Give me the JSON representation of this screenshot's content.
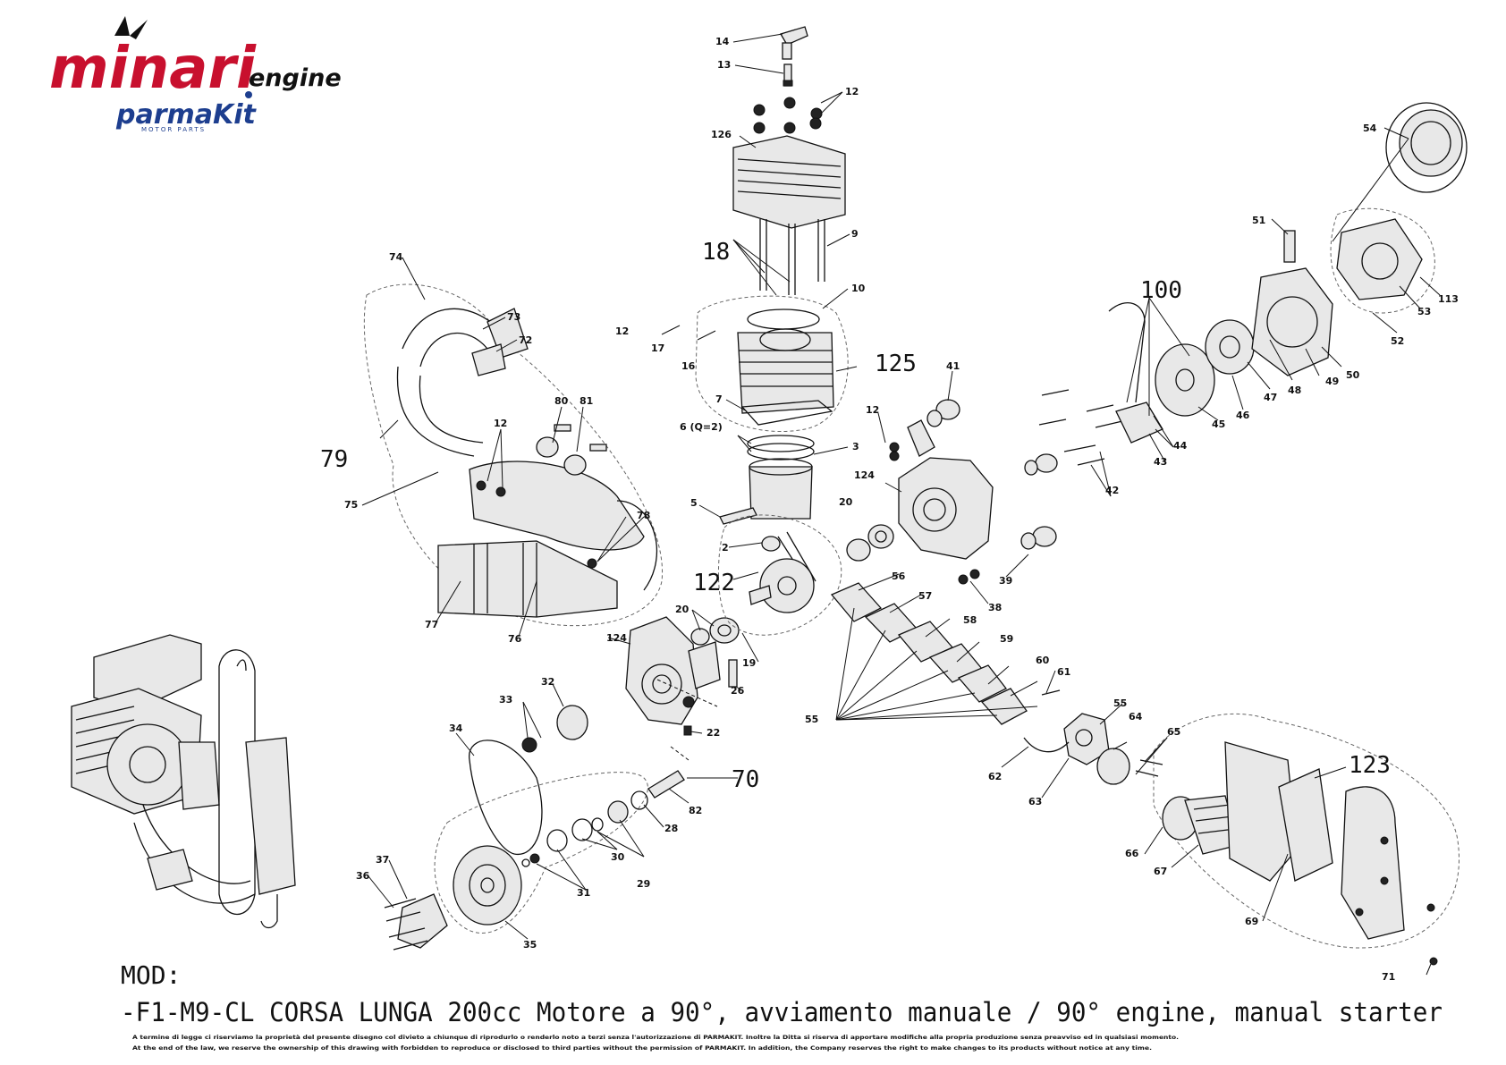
{
  "brand": {
    "logo_main": "minari",
    "logo_engine": "engine",
    "logo_parmakit": "parmaKit",
    "logo_sub": "MOTOR PARTS",
    "red": "#c8102e",
    "blue": "#1d3e8f"
  },
  "title": {
    "mod_label": "MOD:",
    "model_line": "-F1-M9-CL CORSA LUNGA 200cc Motore a 90°, avviamento manuale / 90° engine, manual starter"
  },
  "legal": {
    "line_it": "A termine di legge ci riserviamo la proprietà del presente disegno col divieto a chiunque di riprodurlo o renderlo noto a terzi senza l'autorizzazione di PARMAKIT. Inoltre la Ditta si riserva di apportare modifiche alla propria produzione senza preavviso ed in qualsiasi momento.",
    "line_en": "At the end of the law, we reserve the ownership of this drawing with forbidden to reproduce or disclosed to third parties without the permission of PARMAKIT. In addition, the Company reserves the right to make changes to its products without notice at any time."
  },
  "labels": {
    "l14": "14",
    "l13": "13",
    "l12a": "12",
    "l126": "126",
    "l9": "9",
    "l18": "18",
    "l10": "10",
    "l12b": "12",
    "l17": "17",
    "l16": "16",
    "l125": "125",
    "l7": "7",
    "l6": "6 (Q=2)",
    "l3": "3",
    "l5": "5",
    "l2": "2",
    "l122": "122",
    "l20a": "20",
    "l20b": "20",
    "l19": "19",
    "l124a": "124",
    "l124b": "124",
    "l26": "26",
    "l22": "22",
    "l70": "70",
    "l82": "82",
    "l28": "28",
    "l29": "29",
    "l30": "30",
    "l31": "31",
    "l35": "35",
    "l36": "36",
    "l37": "37",
    "l34": "34",
    "l33": "33",
    "l32": "32",
    "l74": "74",
    "l73": "73",
    "l72": "72",
    "l79": "79",
    "l75": "75",
    "l12c": "12",
    "l80": "80",
    "l81": "81",
    "l78": "78",
    "l77": "77",
    "l76": "76",
    "l41": "41",
    "l12d": "12",
    "l39": "39",
    "l38": "38",
    "l56": "56",
    "l57": "57",
    "l58": "58",
    "l59": "59",
    "l60": "60",
    "l61": "61",
    "l55a": "55",
    "l55b": "55",
    "l64": "64",
    "l65": "65",
    "l62": "62",
    "l63": "63",
    "l66": "66",
    "l67": "67",
    "l69": "69",
    "l123": "123",
    "l71": "71",
    "l42": "42",
    "l43": "43",
    "l44": "44",
    "l45": "45",
    "l46": "46",
    "l47": "47",
    "l48": "48",
    "l49": "49",
    "l50": "50",
    "l100": "100",
    "l51": "51",
    "l52": "52",
    "l53": "53",
    "l113": "113",
    "l54": "54"
  }
}
